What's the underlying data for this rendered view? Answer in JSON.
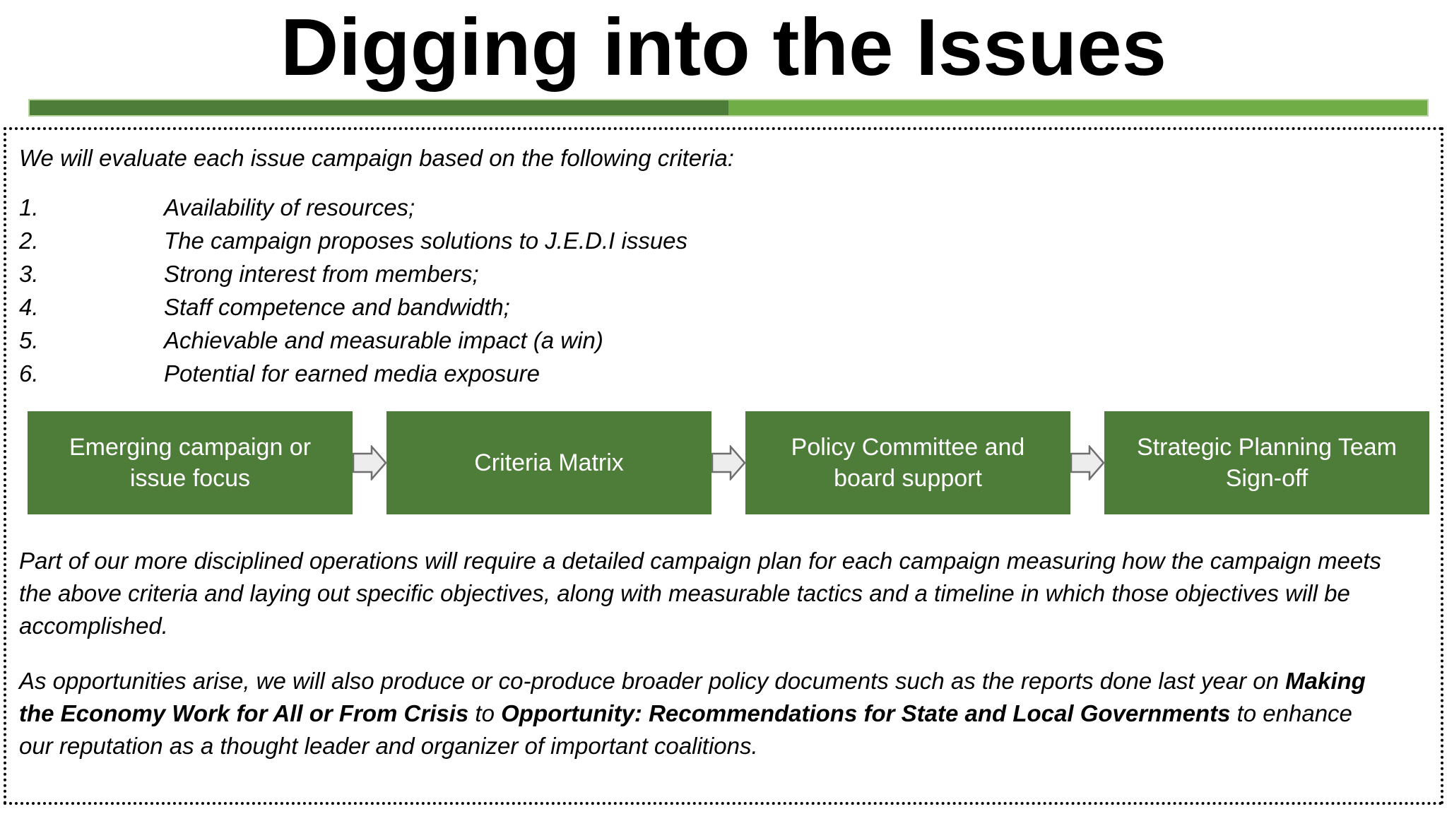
{
  "title": "Digging into the Issues",
  "colors": {
    "bar_dark": "#4e7c39",
    "bar_light": "#70ad47",
    "box_green": "#4e7c39",
    "box_text": "#ffffff",
    "arrow_fill": "#ededed",
    "arrow_stroke": "#6e6e6e"
  },
  "content": {
    "intro": "We will evaluate each issue campaign based on the following criteria:",
    "criteria": [
      {
        "number": "1.",
        "text": "Availability of resources;"
      },
      {
        "number": "2.",
        "text": "The campaign proposes solutions to J.E.D.I issues"
      },
      {
        "number": "3.",
        "text": "Strong interest from members;"
      },
      {
        "number": "4.",
        "text": "Staff competence and bandwidth;"
      },
      {
        "number": "5.",
        "text": "Achievable and measurable impact (a win)"
      },
      {
        "number": "6.",
        "text": "Potential for earned media exposure"
      }
    ],
    "flow_steps": [
      "Emerging campaign or issue focus",
      "Criteria Matrix",
      "Policy Committee and board support",
      "Strategic Planning Team Sign-off"
    ],
    "paragraph1": {
      "lines": [
        [
          {
            "text": "Part of our more disciplined operations will require a detailed campaign plan for each campaign measuring how the campaign meets",
            "bold": false
          }
        ],
        [
          {
            "text": "the above criteria and laying out specific objectives, along with measurable tactics and a timeline in which those objectives will be",
            "bold": false
          }
        ],
        [
          {
            "text": "accomplished.",
            "bold": false
          }
        ]
      ]
    },
    "paragraph2": {
      "lines": [
        [
          {
            "text": "As opportunities arise, we will also produce or co-produce broader policy documents such as the reports done last year on ",
            "bold": false
          },
          {
            "text": "Making",
            "bold": true
          }
        ],
        [
          {
            "text": "the Economy Work for All or From Crisis",
            "bold": true
          },
          {
            "text": " to ",
            "bold": false
          },
          {
            "text": "Opportunity: Recommendations for State and Local Governments",
            "bold": true
          },
          {
            "text": " to enhance",
            "bold": false
          }
        ],
        [
          {
            "text": "our reputation as a thought leader and organizer of important coalitions.",
            "bold": false
          }
        ]
      ]
    }
  }
}
